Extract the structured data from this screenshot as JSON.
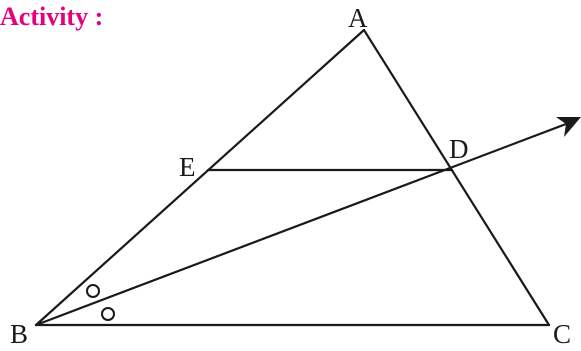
{
  "heading": {
    "text": "Activity :",
    "color": "#e6007e"
  },
  "diagram": {
    "stroke_color": "#1a1a1a",
    "text_color": "#1a1a1a",
    "points": [
      {
        "id": "A",
        "label": "A"
      },
      {
        "id": "B",
        "label": "B"
      },
      {
        "id": "C",
        "label": "C"
      },
      {
        "id": "D",
        "label": "D"
      },
      {
        "id": "E",
        "label": "E"
      }
    ],
    "segments": [
      "AB",
      "AC",
      "BC",
      "ED"
    ],
    "rays": [
      "BD"
    ],
    "angle_marks": "equal angles ABD and DBC marked with small circles"
  }
}
